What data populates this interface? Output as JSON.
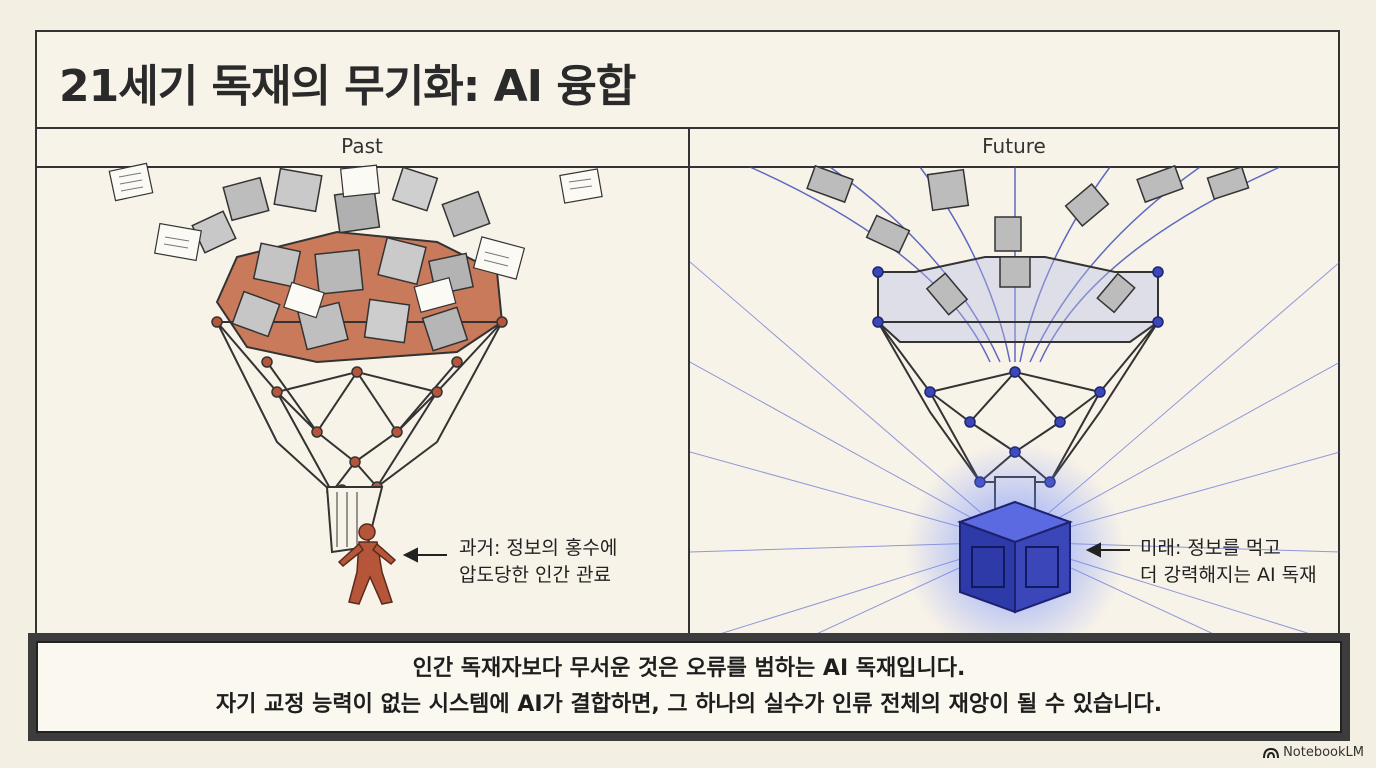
{
  "title": "21세기 독재의 무기화: AI 융합",
  "panels": {
    "past": {
      "label": "Past",
      "note_line1": "과거: 정보의 홍수에",
      "note_line2": "압도당한 인간 관료"
    },
    "future": {
      "label": "Future",
      "note_line1": "미래: 정보를 먹고",
      "note_line2": "더 강력해지는 AI 독재"
    }
  },
  "summary": {
    "line1": "인간 독재자보다 무서운 것은 오류를 범하는 AI 독재입니다.",
    "line2": "자기 교정 능력이 없는 시스템에 AI가 결합하면, 그 하나의 실수가 인류 전체의 재앙이 될 수 있습니다."
  },
  "brand": "NotebookLM",
  "colors": {
    "past_accent": "#b5563a",
    "future_accent": "#3b47b8",
    "frame": "#333333"
  },
  "icons": {
    "brand_icon": "notebooklm-logo-icon",
    "arrow": "arrow-left-icon"
  }
}
